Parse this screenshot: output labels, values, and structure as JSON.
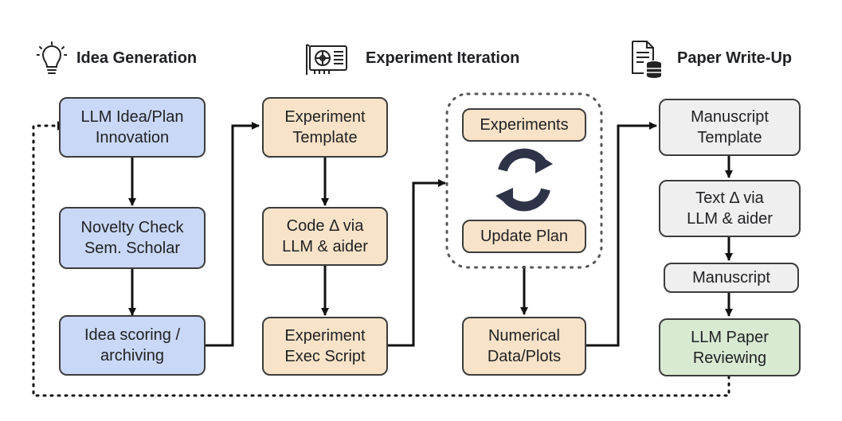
{
  "sections": {
    "idea": {
      "title": "Idea Generation",
      "icon": "lightbulb-icon"
    },
    "experiment": {
      "title": "Experiment Iteration",
      "icon": "gpu-card-icon"
    },
    "paper": {
      "title": "Paper Write-Up",
      "icon": "document-database-icon"
    }
  },
  "nodes": {
    "llm_idea": "LLM Idea/Plan\nInnovation",
    "novelty": "Novelty Check\nSem. Scholar",
    "scoring": "Idea scoring /\narchiving",
    "exp_template": "Experiment\nTemplate",
    "code_delta": "Code Δ via\nLLM & aider",
    "exec_script": "Experiment\nExec Script",
    "experiments": "Experiments",
    "update_plan": "Update Plan",
    "numerical": "Numerical\nData/Plots",
    "manuscript_template": "Manuscript\nTemplate",
    "text_delta": "Text Δ via\nLLM & aider",
    "manuscript": "Manuscript",
    "reviewing": "LLM Paper\nReviewing"
  },
  "colors": {
    "idea_fill": "#c9d8f6",
    "experiment_fill": "#f8e3c8",
    "writeup_fill": "#efefef",
    "review_fill": "#d9ead3",
    "stroke": "#3c3c3c",
    "cycle_icon": "#2e3348"
  }
}
